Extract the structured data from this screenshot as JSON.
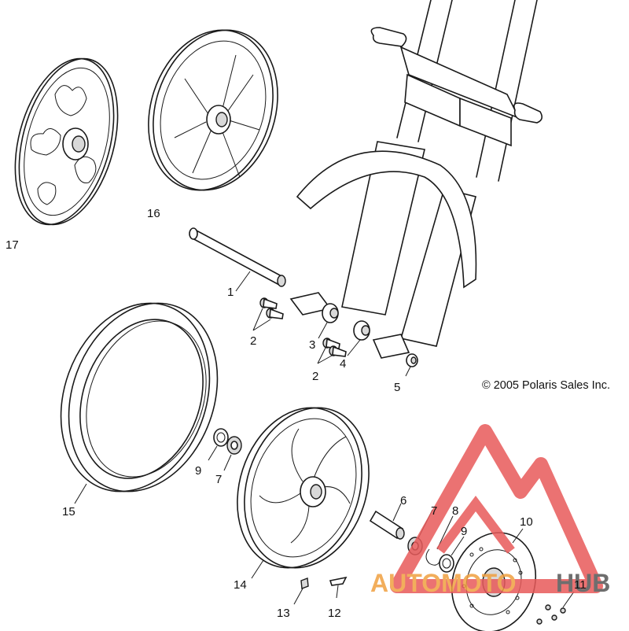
{
  "diagram": {
    "copyright": "© 2005 Polaris Sales Inc.",
    "callouts": [
      {
        "id": "c1",
        "label": "1"
      },
      {
        "id": "c2a",
        "label": "2"
      },
      {
        "id": "c2b",
        "label": "2"
      },
      {
        "id": "c3",
        "label": "3"
      },
      {
        "id": "c4",
        "label": "4"
      },
      {
        "id": "c5",
        "label": "5"
      },
      {
        "id": "c6",
        "label": "6"
      },
      {
        "id": "c7a",
        "label": "7"
      },
      {
        "id": "c7b",
        "label": "7"
      },
      {
        "id": "c8",
        "label": "8"
      },
      {
        "id": "c9a",
        "label": "9"
      },
      {
        "id": "c9b",
        "label": "9"
      },
      {
        "id": "c10",
        "label": "10"
      },
      {
        "id": "c11",
        "label": "11"
      },
      {
        "id": "c12",
        "label": "12"
      },
      {
        "id": "c13",
        "label": "13"
      },
      {
        "id": "c14",
        "label": "14"
      },
      {
        "id": "c15",
        "label": "15"
      },
      {
        "id": "c16",
        "label": "16"
      },
      {
        "id": "c17",
        "label": "17"
      }
    ]
  },
  "watermark": {
    "word_1": "AUTOMOTO",
    "word_2": "HUB",
    "colors": {
      "accent": "#e85a5a",
      "orange": "#f0a040",
      "dark": "#555555"
    }
  }
}
